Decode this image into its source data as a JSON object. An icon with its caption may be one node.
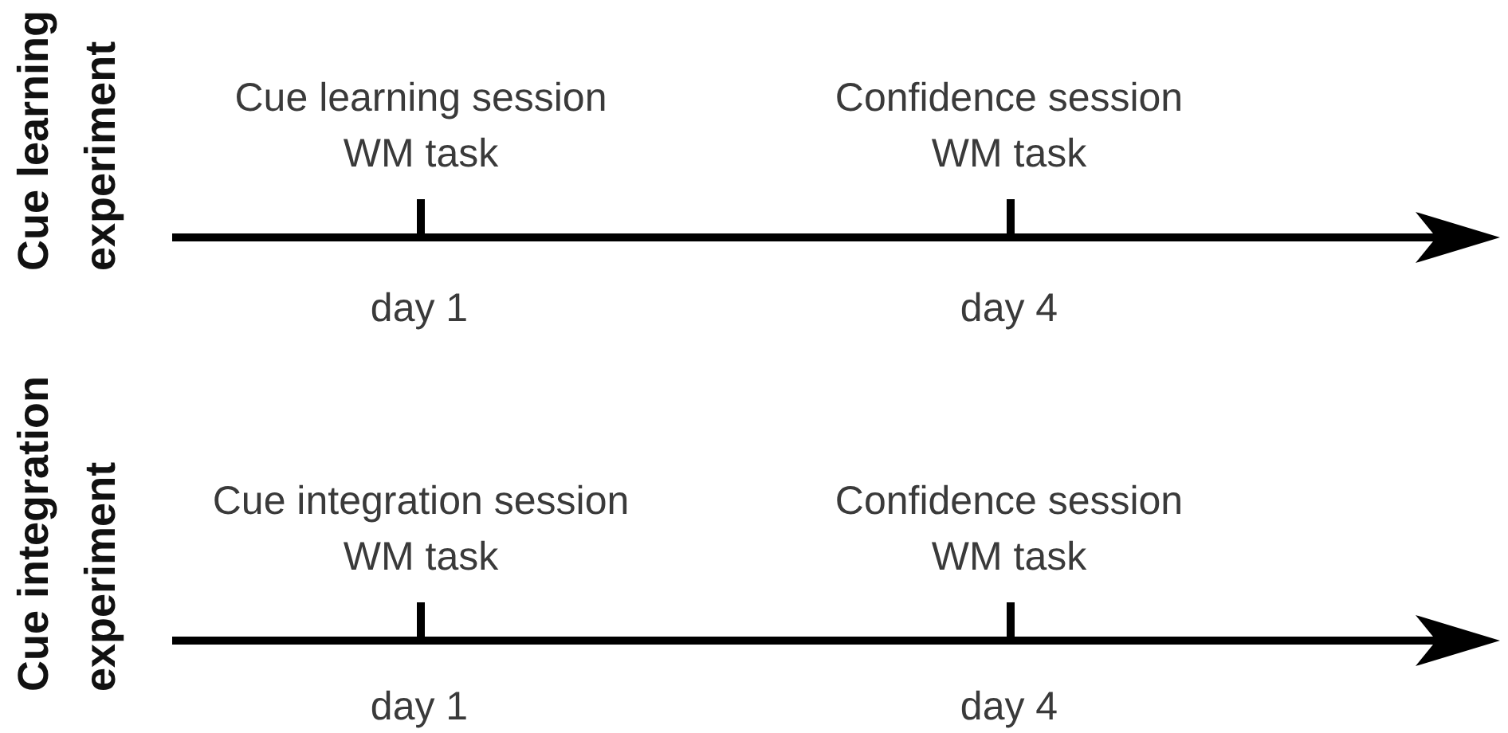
{
  "diagram": {
    "labels": [
      "Cue learning experiment",
      "Cue learning session",
      "WM task",
      "Confidence session",
      "WM task",
      "day 1",
      "day 4",
      "Cue integration experiment",
      "Cue integration session",
      "WM task",
      "Confidence session",
      "WM task",
      "day 1",
      "day 4"
    ]
  }
}
